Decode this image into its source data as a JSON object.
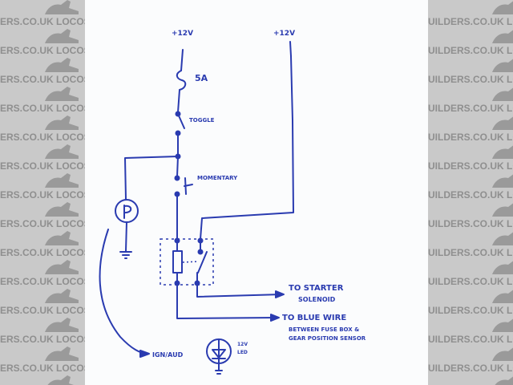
{
  "watermark": {
    "text_left": "ERS.CO.UK  LOCOSTBUIL",
    "text_right": "UILDERS.CO.UK  LOCOST",
    "brand": "LOCOSTBUILDERS.CO.UK",
    "color": "#8f8f8f",
    "background": "#c9c9c9"
  },
  "diagram": {
    "ink_color": "#2a3bb0",
    "paper_color": "#fbfcfd",
    "labels": {
      "supply_left": "+12V",
      "supply_right": "+12V",
      "fuse": "5A",
      "toggle": "TOGGLE",
      "momentary": "MOMENTARY",
      "starter_line1": "TO STARTER",
      "starter_line2": "SOLENOID",
      "blue_line1": "TO BLUE WIRE",
      "blue_line2": "BETWEEN FUSE BOX &",
      "blue_line3": "GEAR POSITION SENSOR",
      "ign_aux": "IGN/AUD",
      "led_line1": "12V",
      "led_line2": "LED"
    },
    "components": [
      {
        "type": "supply",
        "label": "+12V",
        "position": "left"
      },
      {
        "type": "fuse",
        "label": "5A"
      },
      {
        "type": "switch",
        "label": "TOGGLE"
      },
      {
        "type": "push-button",
        "label": "MOMENTARY"
      },
      {
        "type": "lamp",
        "symbol": "P",
        "to": "ground"
      },
      {
        "type": "relay",
        "coil": true,
        "contact": "normally-open"
      },
      {
        "type": "supply",
        "label": "+12V",
        "position": "right"
      },
      {
        "type": "led",
        "label": "12V LED"
      }
    ]
  }
}
